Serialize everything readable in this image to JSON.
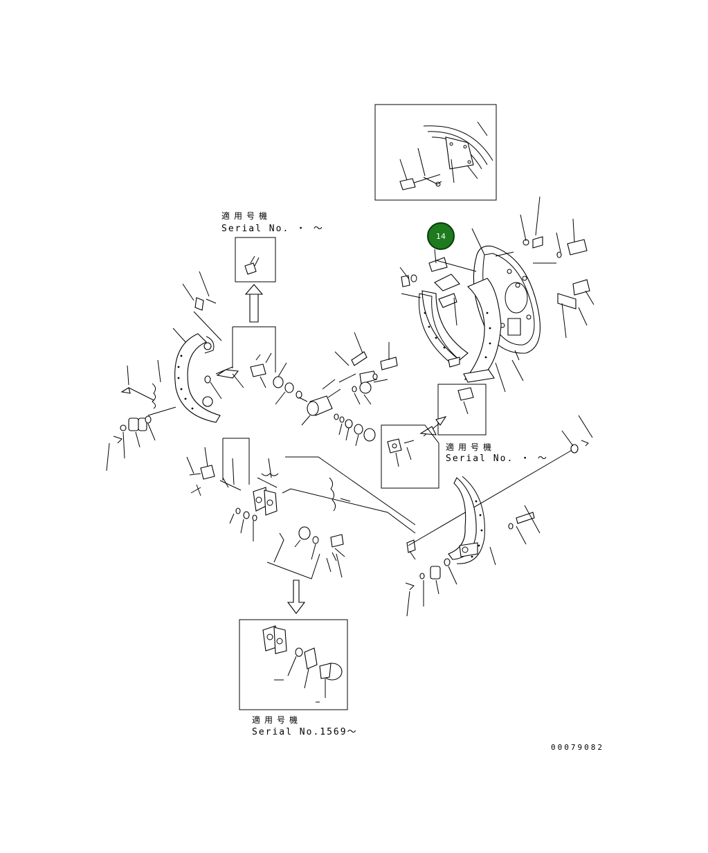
{
  "drawing_code": "00079082",
  "callout": {
    "number": "14",
    "color": "#1d7a1d",
    "border": "#0c3a0c"
  },
  "applicability_notes": [
    {
      "jp": "適用号機",
      "serial": "Serial No.  ・ ～"
    },
    {
      "jp": "適用号機",
      "serial": "Serial No.  ・ ～"
    },
    {
      "jp": "適用号機",
      "serial": "Serial No.1569～"
    }
  ]
}
